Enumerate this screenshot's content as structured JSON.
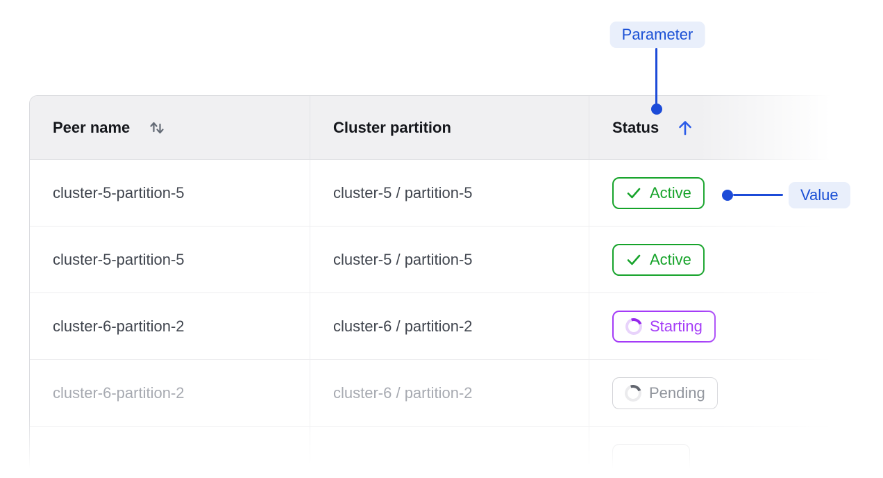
{
  "annotations": {
    "parameter_chip": {
      "label": "Parameter"
    },
    "value_chip": {
      "label": "Value"
    },
    "accent_color": "#1C4BD8",
    "chip_bg_color": "#E9EFFB",
    "chip_text_color": "#1B50D5"
  },
  "table": {
    "columns": [
      {
        "label": "Peer name",
        "sort_state": "sortable"
      },
      {
        "label": "Cluster partition",
        "sort_state": "none"
      },
      {
        "label": "Status",
        "sort_state": "ascending"
      }
    ],
    "rows": [
      {
        "peer_name": "cluster-5-partition-5",
        "cluster_partition": "cluster-5 / partition-5",
        "status": {
          "label": "Active",
          "kind": "active"
        }
      },
      {
        "peer_name": "cluster-5-partition-5",
        "cluster_partition": "cluster-5 / partition-5",
        "status": {
          "label": "Active",
          "kind": "active"
        }
      },
      {
        "peer_name": "cluster-6-partition-2",
        "cluster_partition": "cluster-6 / partition-2",
        "status": {
          "label": "Starting",
          "kind": "starting"
        }
      },
      {
        "peer_name": "cluster-6-partition-2",
        "cluster_partition": "cluster-6 / partition-2",
        "status": {
          "label": "Pending",
          "kind": "pending"
        },
        "muted": true
      },
      {
        "peer_name": "",
        "cluster_partition": "",
        "status": {
          "label": "",
          "kind": "partial"
        },
        "partial": true
      }
    ],
    "status_colors": {
      "active": "#16A32A",
      "starting": "#A43BF7",
      "pending": "#90949C"
    }
  }
}
